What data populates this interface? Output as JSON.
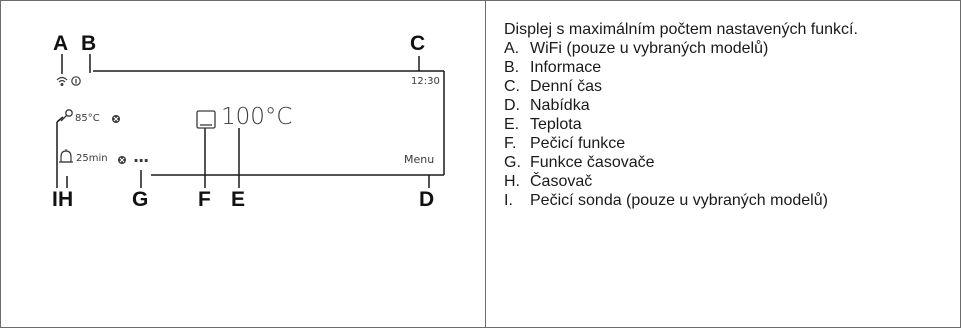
{
  "display": {
    "time": "12:30",
    "probe_temp": "85°C",
    "timer": "25min",
    "temperature": "100°C",
    "menu": "Menu",
    "timer_functions": "..."
  },
  "callouts": [
    "A",
    "B",
    "C",
    "D",
    "E",
    "F",
    "G",
    "H",
    "I"
  ],
  "legend": {
    "intro": "Displej s maximálním počtem nastavených funkcí.",
    "items": [
      {
        "letter": "A.",
        "text": "WiFi (pouze u vybraných modelů)"
      },
      {
        "letter": "B.",
        "text": "Informace"
      },
      {
        "letter": "C.",
        "text": "Denní čas"
      },
      {
        "letter": "D.",
        "text": "Nabídka"
      },
      {
        "letter": "E.",
        "text": "Teplota"
      },
      {
        "letter": "F.",
        "text": "Pečicí funkce"
      },
      {
        "letter": "G.",
        "text": "Funkce časovače"
      },
      {
        "letter": "H.",
        "text": "Časovač"
      },
      {
        "letter": "I.",
        "text": "Pečicí sonda (pouze u vybraných modelů)"
      }
    ]
  },
  "colors": {
    "line": "#1a1a1a",
    "display_text": "#3a3a3a",
    "border": "#6b6b6b"
  },
  "icons": [
    "wifi-icon",
    "info-icon",
    "probe-icon",
    "clear-icon",
    "bell-icon",
    "oven-icon"
  ]
}
